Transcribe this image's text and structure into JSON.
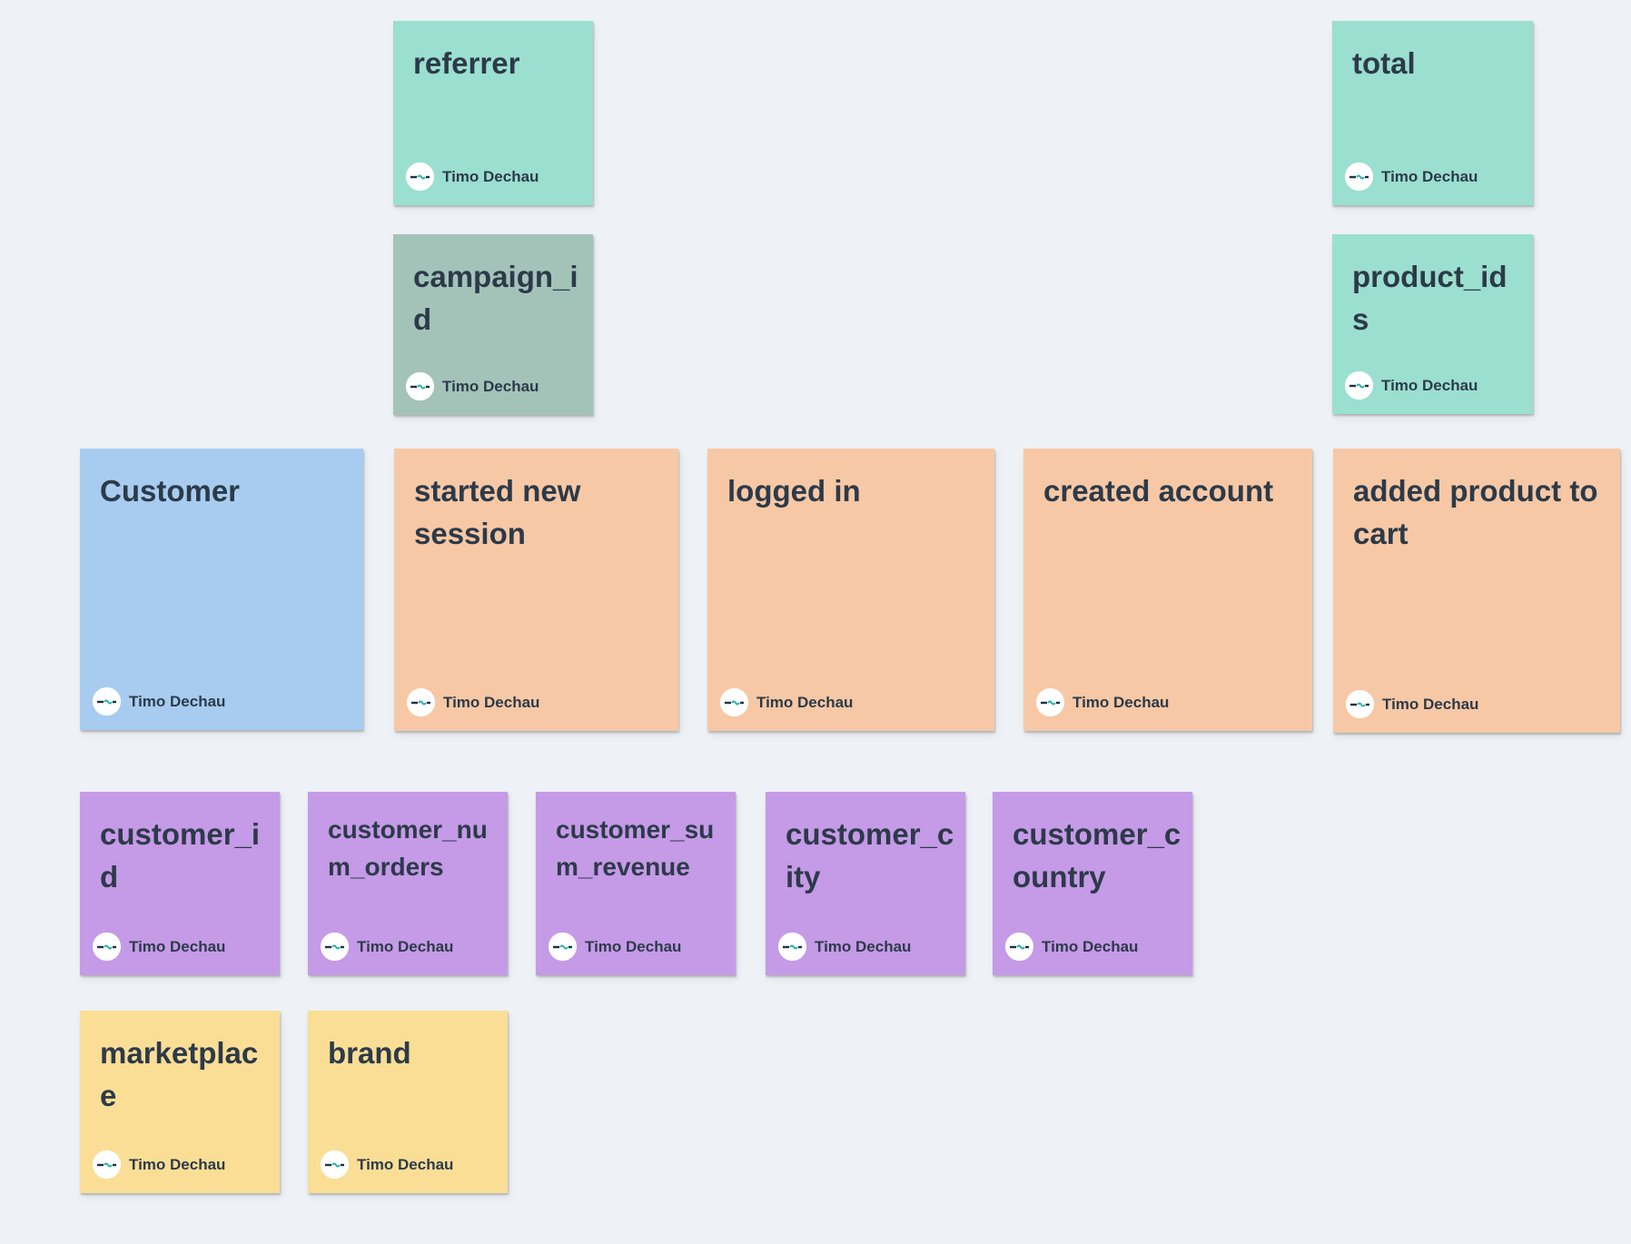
{
  "board": {
    "background_color": "#eef2f6"
  },
  "author": {
    "name": "Timo Dechau"
  },
  "palette": {
    "teal": "#9bdfd0",
    "sage": "#a3c3b9",
    "blue": "#a7ccf0",
    "peach": "#f7c8a5",
    "purple": "#c59ae7",
    "yellow": "#fade96",
    "label_text": "#2c3a49",
    "author_text": "#2c3a49",
    "avatar_background": "#ffffff"
  },
  "notes": [
    {
      "label": "referrer",
      "color": "teal"
    },
    {
      "label": "total",
      "color": "teal"
    },
    {
      "label": "campaign_id",
      "color": "sage"
    },
    {
      "label": "product_ids",
      "color": "teal"
    },
    {
      "label": "Customer",
      "color": "blue"
    },
    {
      "label": "started new session",
      "color": "peach"
    },
    {
      "label": "logged in",
      "color": "peach"
    },
    {
      "label": "created account",
      "color": "peach"
    },
    {
      "label": "added product to cart",
      "color": "peach"
    },
    {
      "label": "customer_id",
      "color": "purple"
    },
    {
      "label": "customer_num_orders",
      "color": "purple"
    },
    {
      "label": "customer_sum_revenue",
      "color": "purple"
    },
    {
      "label": "customer_city",
      "color": "purple"
    },
    {
      "label": "customer_country",
      "color": "purple"
    },
    {
      "label": "marketplace",
      "color": "yellow"
    },
    {
      "label": "brand",
      "color": "yellow"
    }
  ]
}
